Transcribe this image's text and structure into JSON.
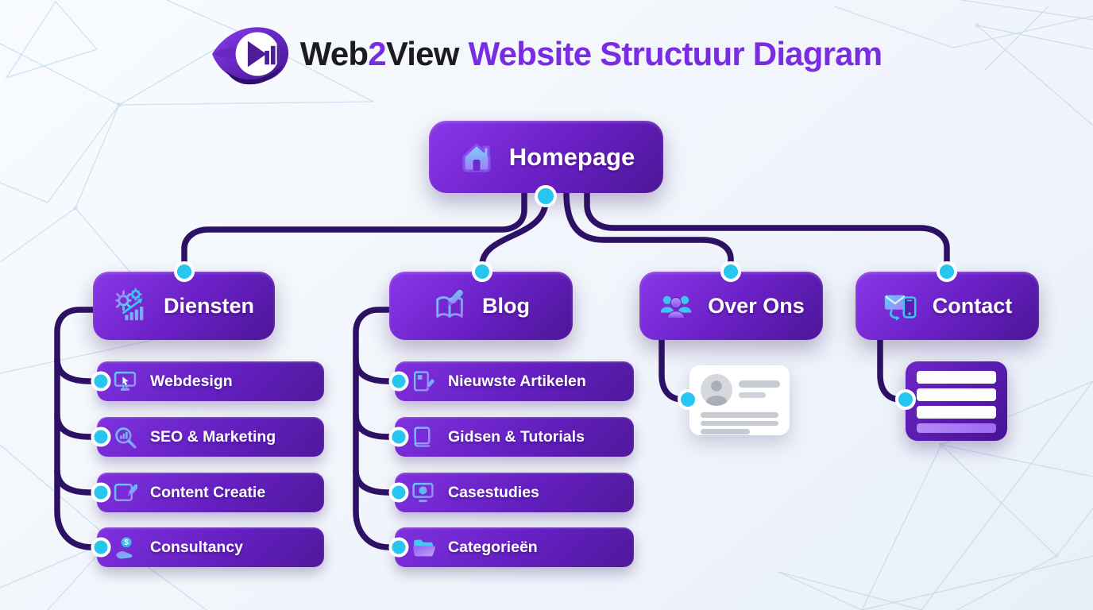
{
  "header": {
    "logo": "web2view-eye-logo",
    "title": {
      "brand_web": "Web",
      "brand_2": "2",
      "brand_view": "View",
      "rest": "Website Structuur Diagram"
    }
  },
  "tree": {
    "root": {
      "label": "Homepage",
      "icon": "home-icon"
    },
    "branches": [
      {
        "label": "Diensten",
        "icon": "gears-growth-chart-icon",
        "children": [
          {
            "label": "Webdesign",
            "icon": "monitor-cursor-icon"
          },
          {
            "label": "SEO & Marketing",
            "icon": "magnifier-bars-icon"
          },
          {
            "label": "Content Creatie",
            "icon": "document-pencil-icon"
          },
          {
            "label": "Consultancy",
            "icon": "hand-coin-icon"
          }
        ]
      },
      {
        "label": "Blog",
        "icon": "open-book-pen-icon",
        "children": [
          {
            "label": "Nieuwste Artikelen",
            "icon": "article-pencil-icon"
          },
          {
            "label": "Gidsen & Tutorials",
            "icon": "guide-book-icon"
          },
          {
            "label": "Casestudies",
            "icon": "monitor-pie-icon"
          },
          {
            "label": "Categorieën",
            "icon": "folder-icon"
          }
        ]
      },
      {
        "label": "Over Ons",
        "icon": "people-group-icon",
        "children": [],
        "card": "profile-placeholder-card"
      },
      {
        "label": "Contact",
        "icon": "mail-phone-icon",
        "children": [],
        "card": "form-placeholder-card"
      }
    ]
  },
  "colors": {
    "brand_purple": "#7a2ce2",
    "title_dark": "#1c1b22",
    "node_gradient_start": "#8a37e8",
    "node_gradient_end": "#4d1697",
    "connector": "#2d1164",
    "accent_cyan": "#27c6f0",
    "icon_cyan": "#49c7f0",
    "icon_purple": "#a87ff9",
    "background": "#f1f5fb"
  }
}
